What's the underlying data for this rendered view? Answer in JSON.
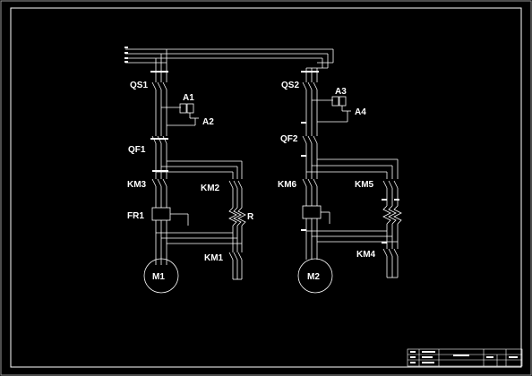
{
  "labels": {
    "qs1": "QS1",
    "qs2": "QS2",
    "a1": "A1",
    "a2": "A2",
    "a3": "A3",
    "a4": "A4",
    "qf1": "QF1",
    "qf2": "QF2",
    "km1": "KM1",
    "km2": "KM2",
    "km3": "KM3",
    "km4": "KM4",
    "km5": "KM5",
    "km6": "KM6",
    "fr1": "FR1",
    "r": "R",
    "m1": "M1",
    "m2": "M2"
  },
  "colors": {
    "background": "#000000",
    "line": "#ffffff"
  }
}
